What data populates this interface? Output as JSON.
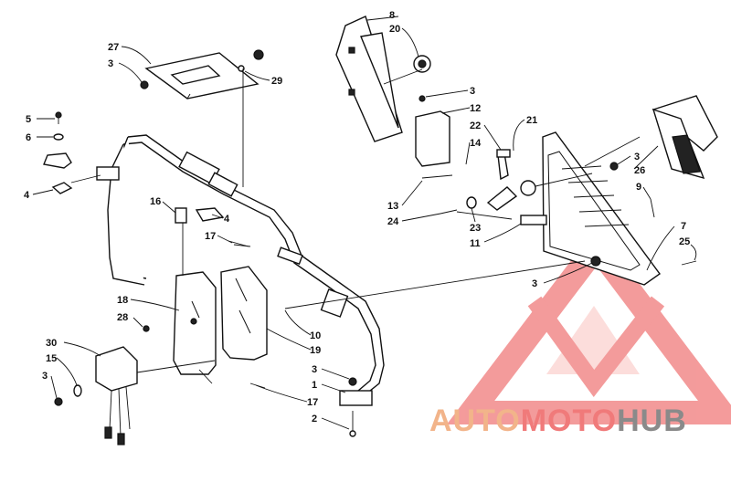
{
  "callouts": [
    {
      "id": "c27",
      "text": "27"
    },
    {
      "id": "c3a",
      "text": "3"
    },
    {
      "id": "c29",
      "text": "29"
    },
    {
      "id": "c5",
      "text": "5"
    },
    {
      "id": "c6",
      "text": "6"
    },
    {
      "id": "c4a",
      "text": "4"
    },
    {
      "id": "c16",
      "text": "16"
    },
    {
      "id": "c4b",
      "text": "4"
    },
    {
      "id": "c17a",
      "text": "17"
    },
    {
      "id": "c18",
      "text": "18"
    },
    {
      "id": "c28",
      "text": "28"
    },
    {
      "id": "c30",
      "text": "30"
    },
    {
      "id": "c15",
      "text": "15"
    },
    {
      "id": "c3b",
      "text": "3"
    },
    {
      "id": "c10",
      "text": "10"
    },
    {
      "id": "c19",
      "text": "19"
    },
    {
      "id": "c3c",
      "text": "3"
    },
    {
      "id": "c1",
      "text": "1"
    },
    {
      "id": "c17b",
      "text": "17"
    },
    {
      "id": "c2",
      "text": "2"
    },
    {
      "id": "c8",
      "text": "8"
    },
    {
      "id": "c20",
      "text": "20"
    },
    {
      "id": "c3d",
      "text": "3"
    },
    {
      "id": "c12",
      "text": "12"
    },
    {
      "id": "c22",
      "text": "22"
    },
    {
      "id": "c14",
      "text": "14"
    },
    {
      "id": "c21",
      "text": "21"
    },
    {
      "id": "c13",
      "text": "13"
    },
    {
      "id": "c24",
      "text": "24"
    },
    {
      "id": "c23",
      "text": "23"
    },
    {
      "id": "c11",
      "text": "11"
    },
    {
      "id": "c3e",
      "text": "3"
    },
    {
      "id": "c26",
      "text": "26"
    },
    {
      "id": "c9",
      "text": "9"
    },
    {
      "id": "c7",
      "text": "7"
    },
    {
      "id": "c25",
      "text": "25"
    },
    {
      "id": "c3f",
      "text": "3"
    }
  ],
  "watermark": {
    "part1": "AUTO",
    "part2": "MOTO",
    "part3": "HUB",
    "color_auto": "#f2b48a",
    "color_moto": "#f07a7a",
    "color_hub": "#8a8a8a",
    "logo_color": "#f07a7a"
  }
}
